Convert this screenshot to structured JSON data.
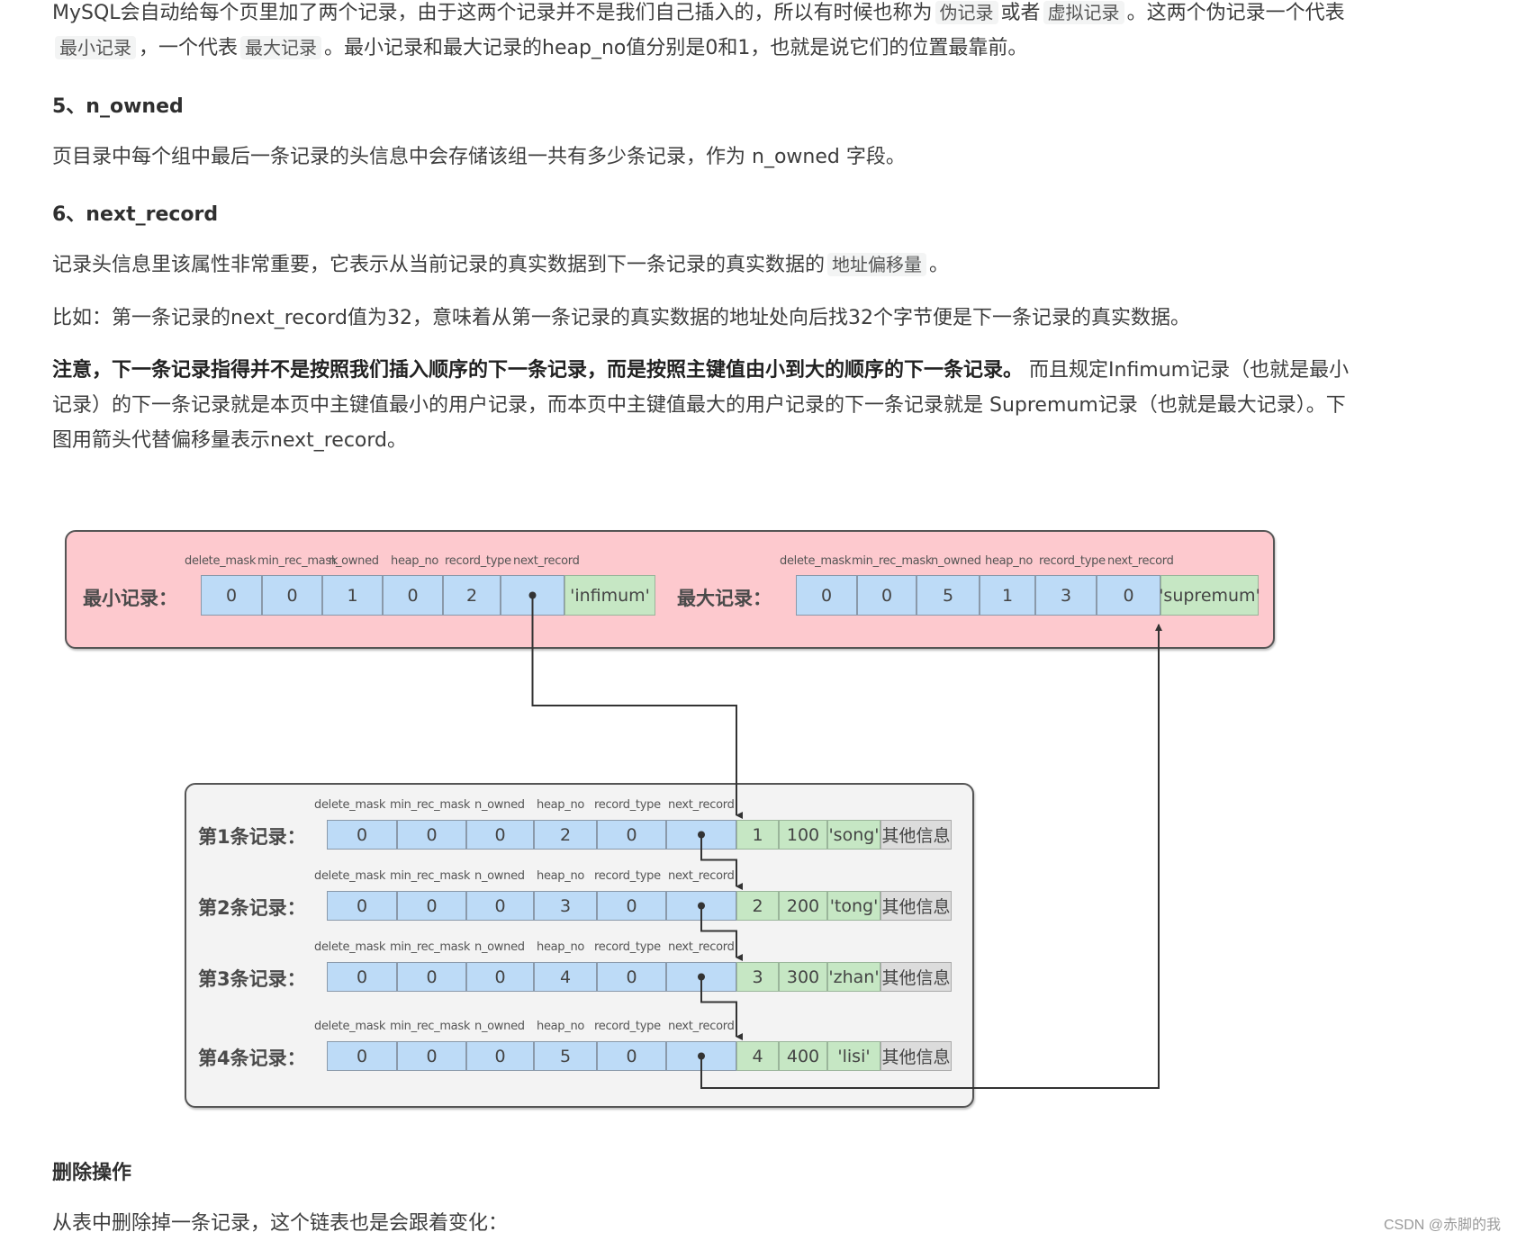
{
  "text": {
    "para1": {
      "before1": "MySQL会自动给每个页里加了两个记录，由于这两个记录并不是我们自己插入的，所以有时候也称为",
      "code1": "伪记录",
      "mid1": "或者",
      "code2": "虚拟记录",
      "mid2": "。这两个伪记录一个代表",
      "code3": "最小记录",
      "mid3": "，一个代表",
      "code4": "最大记录",
      "after": "。最小记录和最大记录的heap_no值分别是0和1，也就是说它们的位置最靠前。"
    },
    "heading5": "5、n_owned",
    "para2": "页目录中每个组中最后一条记录的头信息中会存储该组一共有多少条记录，作为 n_owned 字段。",
    "heading6": "6、next_record",
    "para3": {
      "before": "记录头信息里该属性非常重要，它表示从当前记录的真实数据到下一条记录的真实数据的",
      "code": "地址偏移量",
      "after": "。"
    },
    "para4": "比如：第一条记录的next_record值为32，意味着从第一条记录的真实数据的地址处向后找32个字节便是下一条记录的真实数据。",
    "para5": {
      "bold": "注意，下一条记录指得并不是按照我们插入顺序的下一条记录，而是按照主键值由小到大的顺序的下一条记录。",
      "rest": " 而且规定Infimum记录（也就是最小记录）的下一条记录就是本页中主键值最小的用户记录，而本页中主键值最大的用户记录的下一条记录就是 Supremum记录（也就是最大记录）。下图用箭头代替偏移量表示next_record。"
    },
    "heading_delete": "删除操作",
    "para6": "从表中删除掉一条记录，这个链表也是会跟着变化：",
    "watermark": "CSDN @赤脚的我"
  },
  "diagram": {
    "colors": {
      "pink": "#fdc9ce",
      "blue": "#bddbf7",
      "green": "#c6e7c4",
      "grey": "#dcdcdc",
      "gray_box": "#f3f3f3"
    },
    "field_names": [
      "delete_mask",
      "min_rec_mask",
      "n_owned",
      "heap_no",
      "record_type",
      "next_record"
    ],
    "pseudo_records": [
      {
        "label": "最小记录：",
        "values": [
          "0",
          "0",
          "1",
          "0",
          "2",
          "•"
        ],
        "data": "'infimum'"
      },
      {
        "label": "最大记录：",
        "values": [
          "0",
          "0",
          "5",
          "1",
          "3",
          "0"
        ],
        "data": "'supremum'"
      }
    ],
    "user_records": [
      {
        "label": "第1条记录：",
        "values": [
          "0",
          "0",
          "0",
          "2",
          "0",
          "•"
        ],
        "data": [
          "1",
          "100",
          "'song'"
        ],
        "other": "其他信息"
      },
      {
        "label": "第2条记录：",
        "values": [
          "0",
          "0",
          "0",
          "3",
          "0",
          "•"
        ],
        "data": [
          "2",
          "200",
          "'tong'"
        ],
        "other": "其他信息"
      },
      {
        "label": "第3条记录：",
        "values": [
          "0",
          "0",
          "0",
          "4",
          "0",
          "•"
        ],
        "data": [
          "3",
          "300",
          "'zhan'"
        ],
        "other": "其他信息"
      },
      {
        "label": "第4条记录：",
        "values": [
          "0",
          "0",
          "0",
          "5",
          "0",
          "•"
        ],
        "data": [
          "4",
          "400",
          "'lisi'"
        ],
        "other": "其他信息"
      }
    ]
  }
}
